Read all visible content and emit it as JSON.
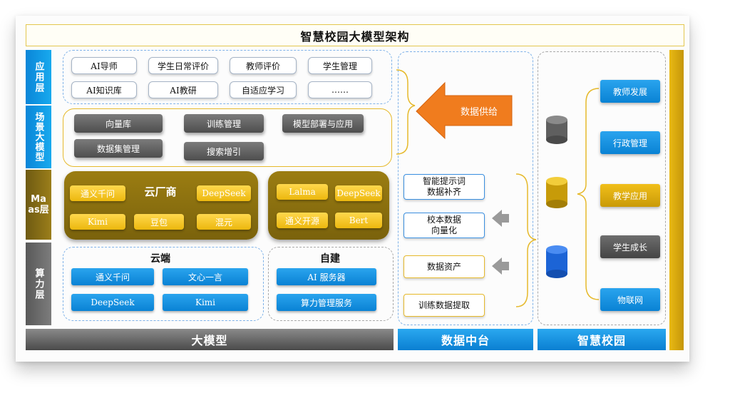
{
  "title": "智慧校园大模型架构",
  "left_labels": {
    "app": "应用层",
    "scene": "场景大模型",
    "maas": "Maas层",
    "compute": "算力层"
  },
  "app_layer": {
    "items": [
      "AI导师",
      "学生日常评价",
      "教师评价",
      "学生管理",
      "AI知识库",
      "AI教研",
      "自适应学习",
      "……"
    ]
  },
  "scene_layer": {
    "items": [
      "向量库",
      "训练管理",
      "模型部署与应用",
      "数据集管理",
      "搜索增引"
    ]
  },
  "maas_layer": {
    "cloud_vendor": {
      "label": "云厂商",
      "items": [
        "通义千问",
        "DeepSeek",
        "Kimi",
        "豆包",
        "混元"
      ]
    },
    "open_models": {
      "items": [
        "Lalma",
        "DeepSeek",
        "通义开源",
        "Bert"
      ]
    }
  },
  "compute_layer": {
    "cloud": {
      "label": "云端",
      "items": [
        "通义千问",
        "文心一言",
        "DeepSeek",
        "Kimi"
      ]
    },
    "self_built": {
      "label": "自建",
      "items": [
        "AI 服务器",
        "算力管理服务"
      ]
    }
  },
  "data_center": {
    "arrow_label": "数据供给",
    "items": [
      "智能提示词\n数据补齐",
      "校本数据\n向量化",
      "数据资产",
      "训练数据提取"
    ]
  },
  "smart_campus": {
    "items": [
      "教师发展",
      "行政管理",
      "教学应用",
      "学生成长",
      "物联网"
    ]
  },
  "bottom": {
    "model": "大模型",
    "data": "数据中台",
    "campus": "智慧校园"
  },
  "colors": {
    "blue": "#0a86d8",
    "gold": "#ecb80e",
    "olive": "#8a6f10",
    "gray": "#5a5a5a",
    "orange": "#f07c1e"
  }
}
